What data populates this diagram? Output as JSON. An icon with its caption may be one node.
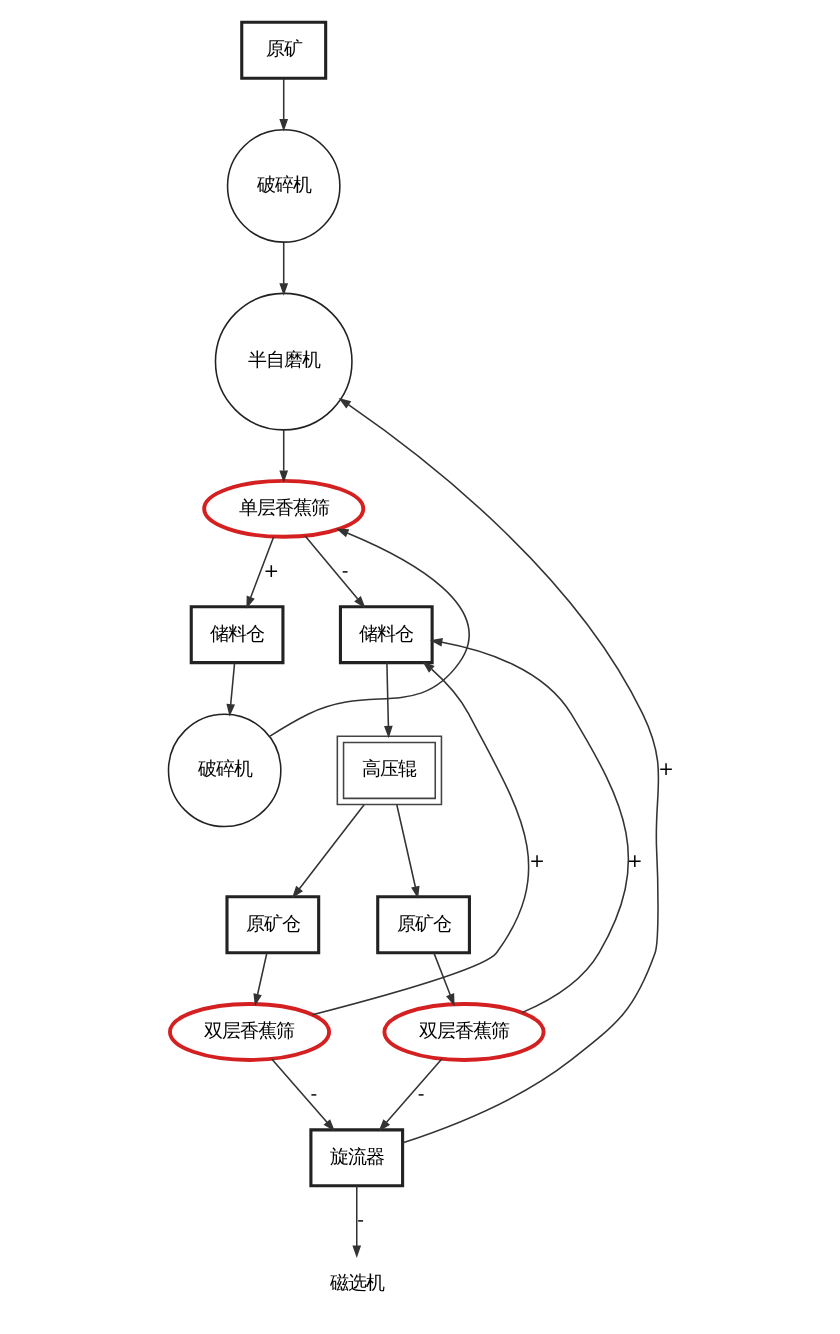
{
  "diagram": {
    "nodes": [
      {
        "text": [
          "原矿"
        ]
      },
      {
        "text": [
          "破碎机"
        ]
      },
      {
        "text": [
          "半自磨机"
        ]
      },
      {
        "text": [
          "单层香蕉筛"
        ]
      },
      {
        "text": [
          "储料仓"
        ]
      },
      {
        "text": [
          "储料仓"
        ]
      },
      {
        "text": [
          "破碎机"
        ]
      },
      {
        "text": [
          "高压辊"
        ]
      },
      {
        "text": [
          "原矿仓"
        ]
      },
      {
        "text": [
          "原矿仓"
        ]
      },
      {
        "text": [
          "双层香蕉筛"
        ]
      },
      {
        "text": [
          "双层香蕉筛"
        ]
      },
      {
        "text": [
          "旋流器"
        ]
      },
      {
        "text": [
          "磁选机"
        ]
      }
    ],
    "edges": [
      {
        "from": 0,
        "to": 1,
        "arrow": "to"
      },
      {
        "from": 1,
        "to": 2,
        "arrow": "to"
      },
      {
        "from": 2,
        "to": 3,
        "arrow": "to"
      },
      {
        "from": 3,
        "to": 4,
        "arrow": "to",
        "label": "+"
      },
      {
        "from": 3,
        "to": 5,
        "arrow": "to",
        "label": "-"
      },
      {
        "from": 4,
        "to": 6,
        "arrow": "to"
      },
      {
        "from": 6,
        "to": 3,
        "arrow": "to"
      },
      {
        "from": 5,
        "to": 7,
        "arrow": "to"
      },
      {
        "from": 7,
        "to": 8,
        "arrow": "to"
      },
      {
        "from": 7,
        "to": 9,
        "arrow": "to"
      },
      {
        "from": 8,
        "to": 10,
        "arrow": "to"
      },
      {
        "from": 9,
        "to": 11,
        "arrow": "to"
      },
      {
        "from": 10,
        "to": 5,
        "arrow": "to",
        "label": "+"
      },
      {
        "from": 11,
        "to": 5,
        "arrow": "to",
        "label": "+"
      },
      {
        "from": 10,
        "to": 12,
        "arrow": "to",
        "label": "-"
      },
      {
        "from": 11,
        "to": 12,
        "arrow": "to",
        "label": "-"
      },
      {
        "from": 12,
        "to": 13,
        "arrow": "to",
        "label": "-"
      },
      {
        "from": 12,
        "to": 2,
        "arrow": "to",
        "label": "+"
      }
    ]
  }
}
